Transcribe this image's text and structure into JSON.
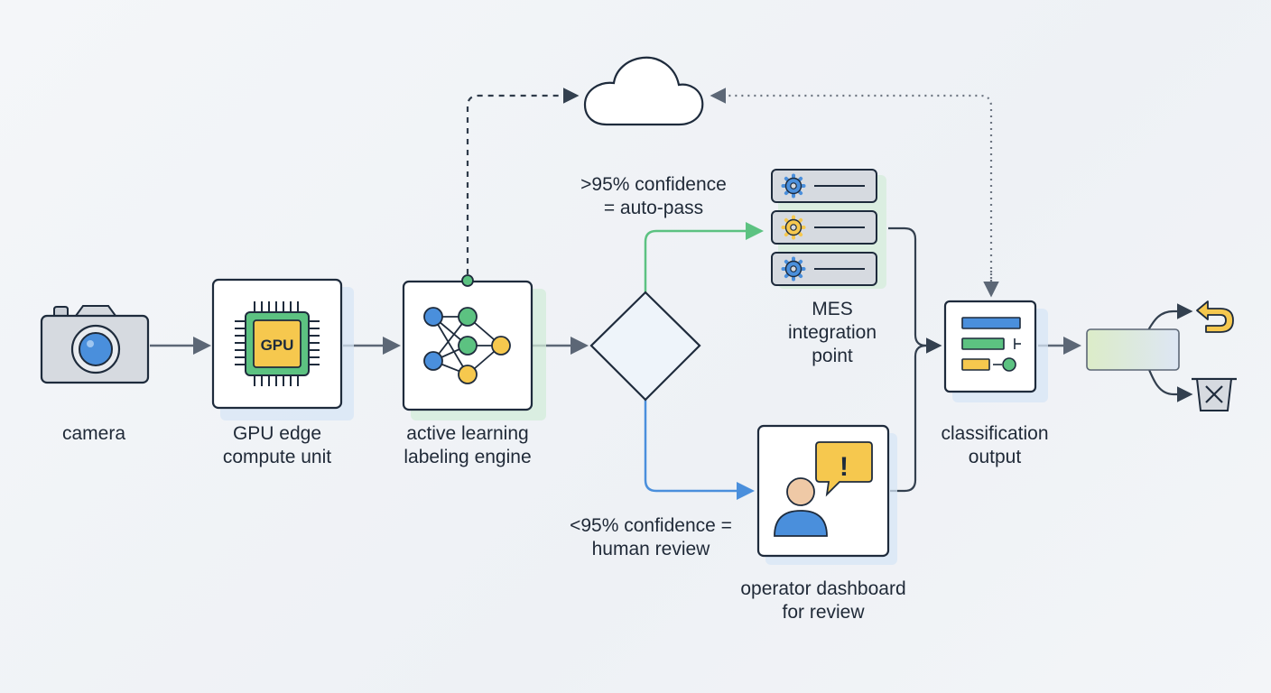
{
  "colors": {
    "stroke": "#1e2b3c",
    "arrow": "#5c6776",
    "green": "#5cc281",
    "blue": "#4a8fdc",
    "yellow": "#f6c84e",
    "gray": "#8c96a3",
    "box_fill": "#ffffff"
  },
  "nodes": {
    "camera": {
      "label": "camera",
      "icon": "camera-icon"
    },
    "gpu": {
      "label_line1": "GPU edge",
      "label_line2": "compute unit",
      "chip_text": "GPU",
      "icon": "gpu-chip-icon"
    },
    "engine": {
      "label_line1": "active learning",
      "label_line2": "labeling engine",
      "icon": "neural-network-icon"
    },
    "decision": {
      "icon": "decision-diamond-icon"
    },
    "mes": {
      "label_line1": "MES",
      "label_line2": "integration",
      "label_line3": "point",
      "icon": "server-rack-icon"
    },
    "operator": {
      "label_line1": "operator dashboard",
      "label_line2": "for review",
      "icon": "operator-alert-icon",
      "alert_mark": "!"
    },
    "classification": {
      "label_line1": "classification",
      "label_line2": "output",
      "icon": "classification-list-icon"
    },
    "cloud": {
      "icon": "cloud-icon"
    },
    "router": {
      "icon": "output-router-icon"
    },
    "rework": {
      "icon": "return-arrow-icon"
    },
    "discard": {
      "icon": "trash-bin-icon"
    }
  },
  "edges": {
    "high_conf": {
      "line1": ">95% confidence",
      "line2": "= auto-pass"
    },
    "low_conf": {
      "line1": "<95% confidence =",
      "line2": "human review"
    }
  }
}
